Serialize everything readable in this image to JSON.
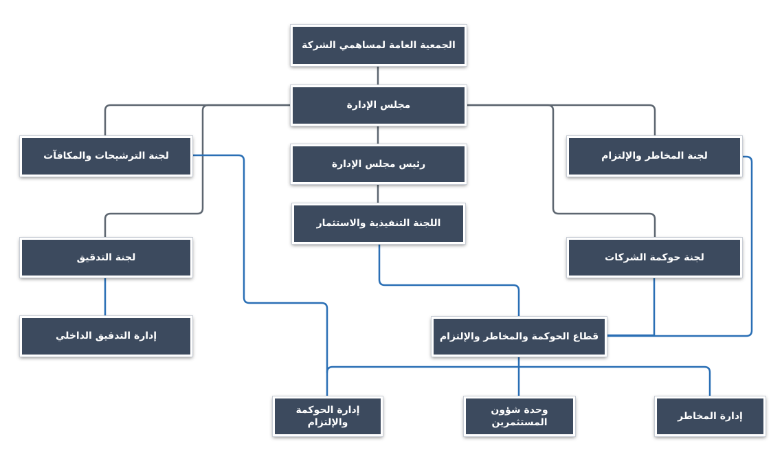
{
  "colors": {
    "box_fill": "#3c4a5e",
    "box_border": "#ffffff",
    "text": "#ffffff",
    "gray_line": "#5d6670",
    "blue_line": "#2a6fb5"
  },
  "nodes": {
    "general_assembly": "الجمعية العامة لمساهمي الشركة",
    "board": "مجلس الإدارة",
    "chairman": "رئيس مجلس الإدارة",
    "executive_committee": "اللجنة التنفيذية والاستثمار",
    "nominations_committee": "لجنة الترشيحات والمكافآت",
    "risk_compliance_committee": "لجنة المخاطر والإلتزام",
    "audit_committee": "لجنة التدقيق",
    "governance_committee": "لجنة حوكمة الشركات",
    "internal_audit": "إدارة التدقيق الداخلي",
    "grc_sector": "قطاع الحوكمة والمخاطر والإلتزام",
    "governance_dept": "إدارة الحوكمة والإلتزام",
    "investor_unit": "وحدة شؤون المستثمرين",
    "risk_dept": "إدارة المخاطر"
  }
}
